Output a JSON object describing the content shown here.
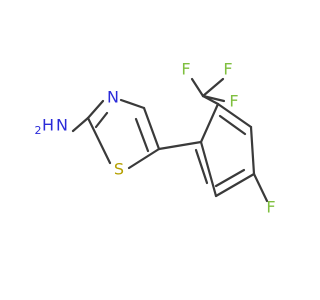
{
  "molecule": {
    "labels": {
      "nh2_N": "N",
      "nh2_H": "H",
      "nh2_sub": "2",
      "ring_N": "N",
      "ring_S": "S",
      "F_aryl": "F",
      "F_cf3_1": "F",
      "F_cf3_2": "F",
      "F_cf3_3": "F"
    },
    "colors": {
      "bond": "#3a3a3a",
      "nitrogen": "#2b2bd9",
      "sulfur": "#b5a000",
      "fluorine": "#7fbf3f"
    }
  }
}
